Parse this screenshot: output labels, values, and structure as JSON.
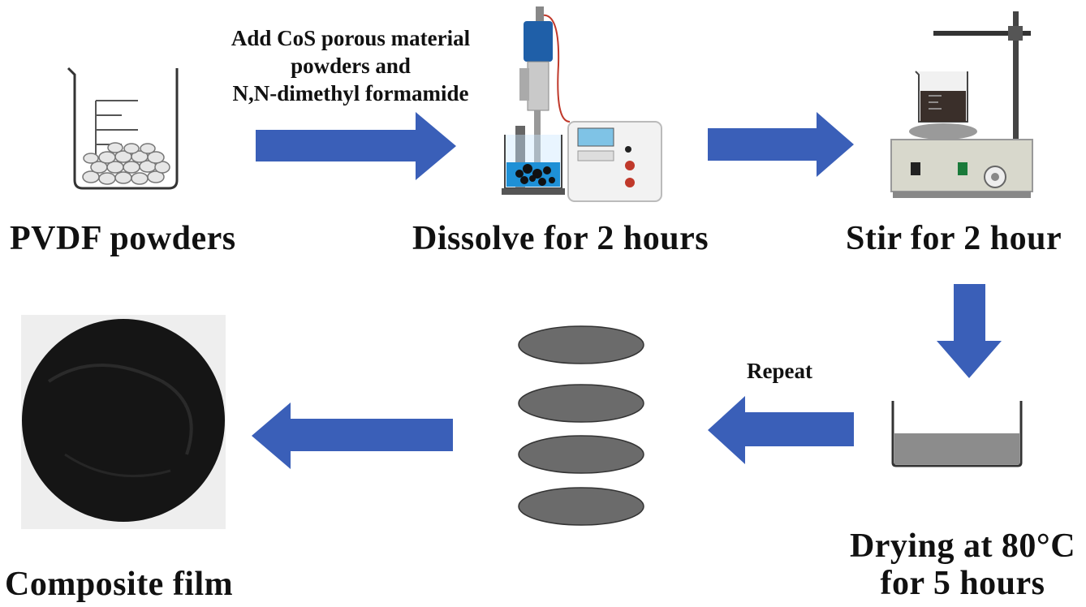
{
  "steps": {
    "step1_label": "PVDF powders",
    "step2_label": "Dissolve for 2 hours",
    "step3_label": "Stir for 2 hour",
    "step4_label_line1": "Drying at 80°C",
    "step4_label_line2": "for 5 hours",
    "step5_label": "Composite film"
  },
  "annotations": {
    "add_line1": "Add CoS porous material",
    "add_line2": "powders and",
    "add_line3": "N,N-dimethyl formamide",
    "repeat": "Repeat"
  },
  "colors": {
    "arrow": "#3a5fb8",
    "film_disc": "#6b6b6b",
    "dried_layer": "#8c8c8c"
  }
}
